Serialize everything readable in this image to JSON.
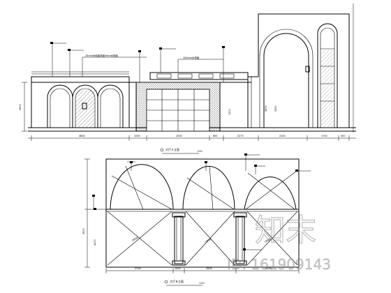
{
  "elevation_upper": {
    "title": "大厅Ａ立面",
    "scale": "1:50",
    "top_annotations": [
      "15mm木地板饰面5mm木饰面",
      "100mm木饰面"
    ],
    "bottom_dims": [
      "4800",
      "1000",
      "2000",
      "800",
      "3270",
      "2200",
      "1700",
      "300"
    ],
    "left_dim": "2800",
    "mid_dims": [
      "1500",
      "2800",
      "3350"
    ]
  },
  "elevation_lower": {
    "title": "大厅Ｂ立面",
    "scale": "1:50",
    "openings": [
      "OPEN",
      "OPEN",
      "OPEN"
    ],
    "bottom_dims": [
      "2700",
      "1000",
      "2000",
      "3000"
    ],
    "left_dims": [
      "2600",
      "4200"
    ]
  },
  "watermark": {
    "brand": "知末",
    "id_text": "ID: 161909143"
  }
}
